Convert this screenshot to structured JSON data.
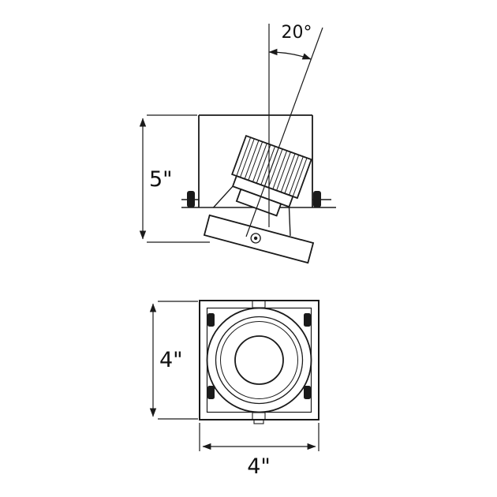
{
  "drawing": {
    "background": "#ffffff",
    "line_color": "#1a1a1a",
    "side_view": {
      "angle_label": "20°",
      "height_label": "5\""
    },
    "front_view": {
      "height_label": "4\"",
      "width_label": "4\""
    }
  }
}
